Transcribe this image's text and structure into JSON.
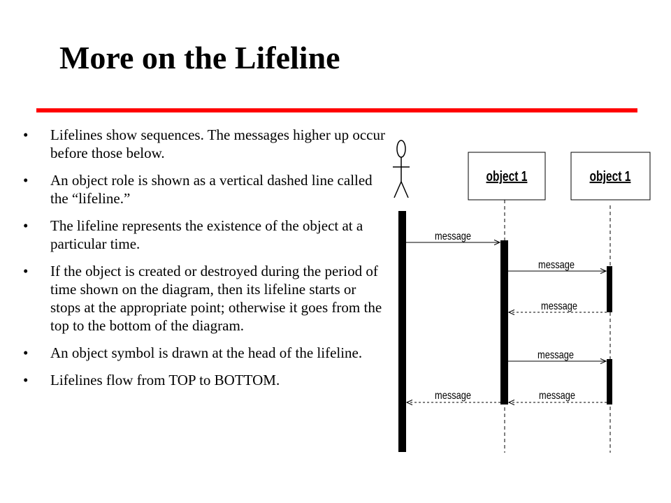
{
  "slide": {
    "title": "More on the Lifeline",
    "accent_color": "#ff0000"
  },
  "bullets": [
    "Lifelines show sequences.  The messages higher up occur before those below.",
    "An object role is shown as a vertical dashed line called the “lifeline.”",
    "The lifeline represents the existence of the object at a particular time.",
    "If the object is created or destroyed during the period of time shown on the diagram, then its lifeline starts or stops at the appropriate point; otherwise it goes from the top to the bottom of the diagram.",
    "An object symbol is drawn at the head of the lifeline.",
    "Lifelines flow from TOP to BOTTOM."
  ],
  "diagram": {
    "objects": [
      {
        "label": "object 1"
      },
      {
        "label": "object 1"
      }
    ],
    "messages": [
      {
        "label": "message"
      },
      {
        "label": "message"
      },
      {
        "label": "message"
      },
      {
        "label": "message"
      },
      {
        "label": "message"
      },
      {
        "label": "message"
      }
    ]
  }
}
